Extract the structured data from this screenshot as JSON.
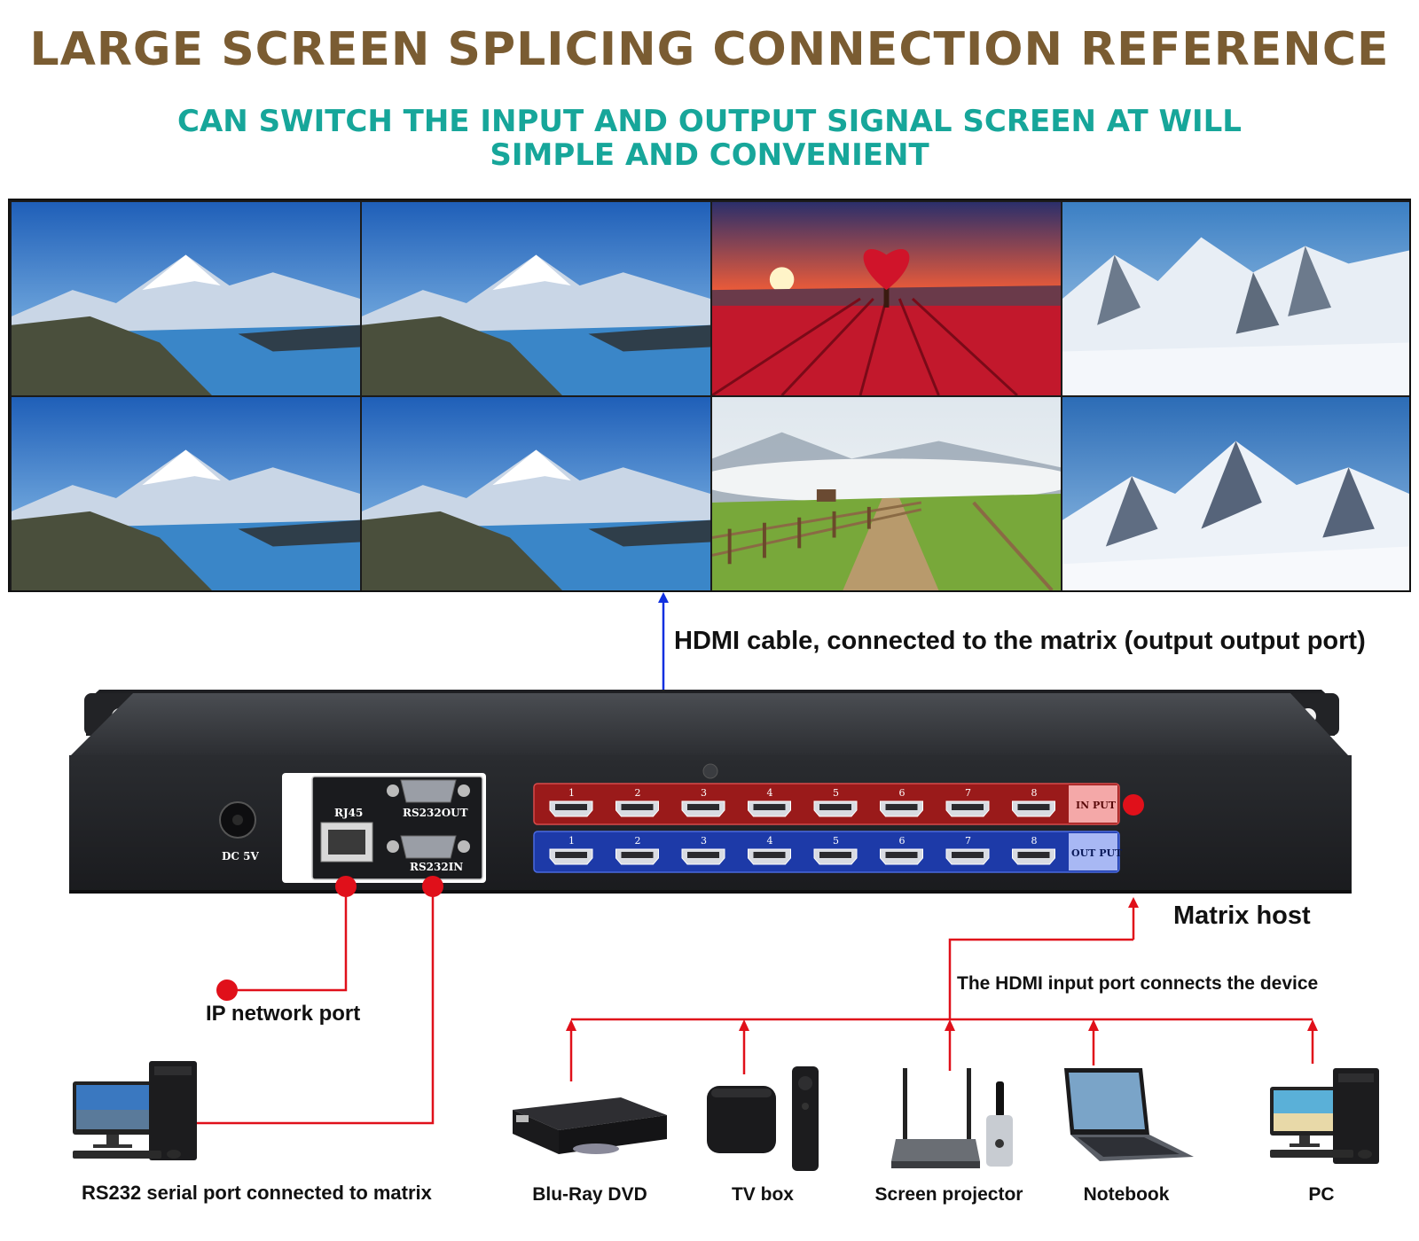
{
  "header": {
    "title": "LARGE SCREEN SPLICING CONNECTION REFERENCE",
    "subtitle_line1": "CAN SWITCH THE INPUT AND OUTPUT SIGNAL SCREEN AT WILL",
    "subtitle_line2": "SIMPLE AND CONVENIENT"
  },
  "wall": {
    "screens": [
      {
        "scene": "mountain-lake"
      },
      {
        "scene": "mountain-lake"
      },
      {
        "scene": "heart-tree-sunset"
      },
      {
        "scene": "snowy-peaks"
      },
      {
        "scene": "mountain-lake"
      },
      {
        "scene": "mountain-lake"
      },
      {
        "scene": "country-road"
      },
      {
        "scene": "snowy-peaks"
      }
    ]
  },
  "annotations": {
    "hdmi_cable": "HDMI cable, connected to the matrix (output output port)",
    "matrix_host": "Matrix host",
    "input_port": "The HDMI input port connects the device",
    "ip_port": "IP network port",
    "rs232_port": "RS232 serial port connected to matrix"
  },
  "matrix": {
    "dc_label": "DC 5V",
    "rj45_label": "RJ45",
    "rs232out_label": "RS232OUT",
    "rs232in_label": "RS232IN",
    "input_tag": "IN PUT",
    "output_tag": "OUT PUT",
    "port_numbers": [
      "1",
      "2",
      "3",
      "4",
      "5",
      "6",
      "7",
      "8"
    ]
  },
  "devices": [
    {
      "label": "Blu-Ray DVD",
      "icon": "bluray-player-icon"
    },
    {
      "label": "TV box",
      "icon": "tv-box-icon"
    },
    {
      "label": "Screen projector",
      "icon": "screen-projector-icon"
    },
    {
      "label": "Notebook",
      "icon": "notebook-icon"
    },
    {
      "label": "PC",
      "icon": "pc-icon"
    }
  ],
  "colors": {
    "title": "#7a5c32",
    "subtitle": "#17a69a",
    "input_panel": "#9a1a1a",
    "output_panel": "#1d3aa8",
    "connector_red": "#e0101a",
    "connector_blue": "#1030e0"
  }
}
